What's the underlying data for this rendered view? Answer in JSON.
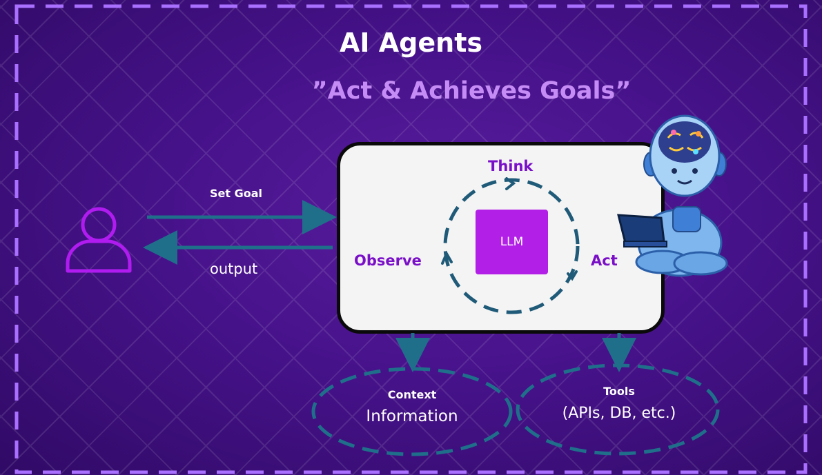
{
  "title": "AI Agents",
  "subtitle": "”Act & Achieves Goals”",
  "left_flow": {
    "set_goal_label": "Set Goal",
    "output_label": "output"
  },
  "agent_box": {
    "core_label": "LLM",
    "loop": {
      "think": "Think",
      "act": "Act",
      "observe": "Observe"
    }
  },
  "resources": {
    "context": {
      "title": "Context",
      "subtitle": "Information"
    },
    "tools": {
      "title": "Tools",
      "subtitle": "(APIs, DB, etc.)"
    }
  },
  "colors": {
    "background": "#46128a",
    "accent_purple": "#b21fe6",
    "label_purple": "#7a0fc8",
    "arrow_teal": "#1f6f8b",
    "frame_dash": "#a970ff"
  },
  "icons": [
    "user-icon",
    "robot-mascot-icon"
  ]
}
